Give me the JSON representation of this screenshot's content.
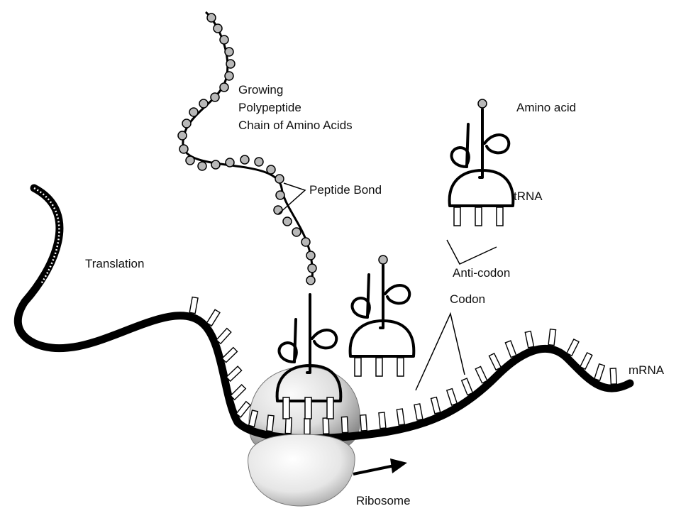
{
  "labels": {
    "growing_polypeptide": [
      "Growing",
      "Polypeptide",
      "Chain of Amino Acids"
    ],
    "peptide_bond": "Peptide Bond",
    "amino_acid": "Amino acid",
    "trna": "tRNA",
    "anticodon": "Anti-codon",
    "codon": "Codon",
    "translation": "Translation",
    "mrna": "mRNA",
    "ribosome": "Ribosome"
  },
  "colors": {
    "ink": "#000000",
    "bead_fill": "#b8b8b8",
    "ribosome_light": "#f4f4f4",
    "ribosome_dark": "#8a8a8a"
  }
}
